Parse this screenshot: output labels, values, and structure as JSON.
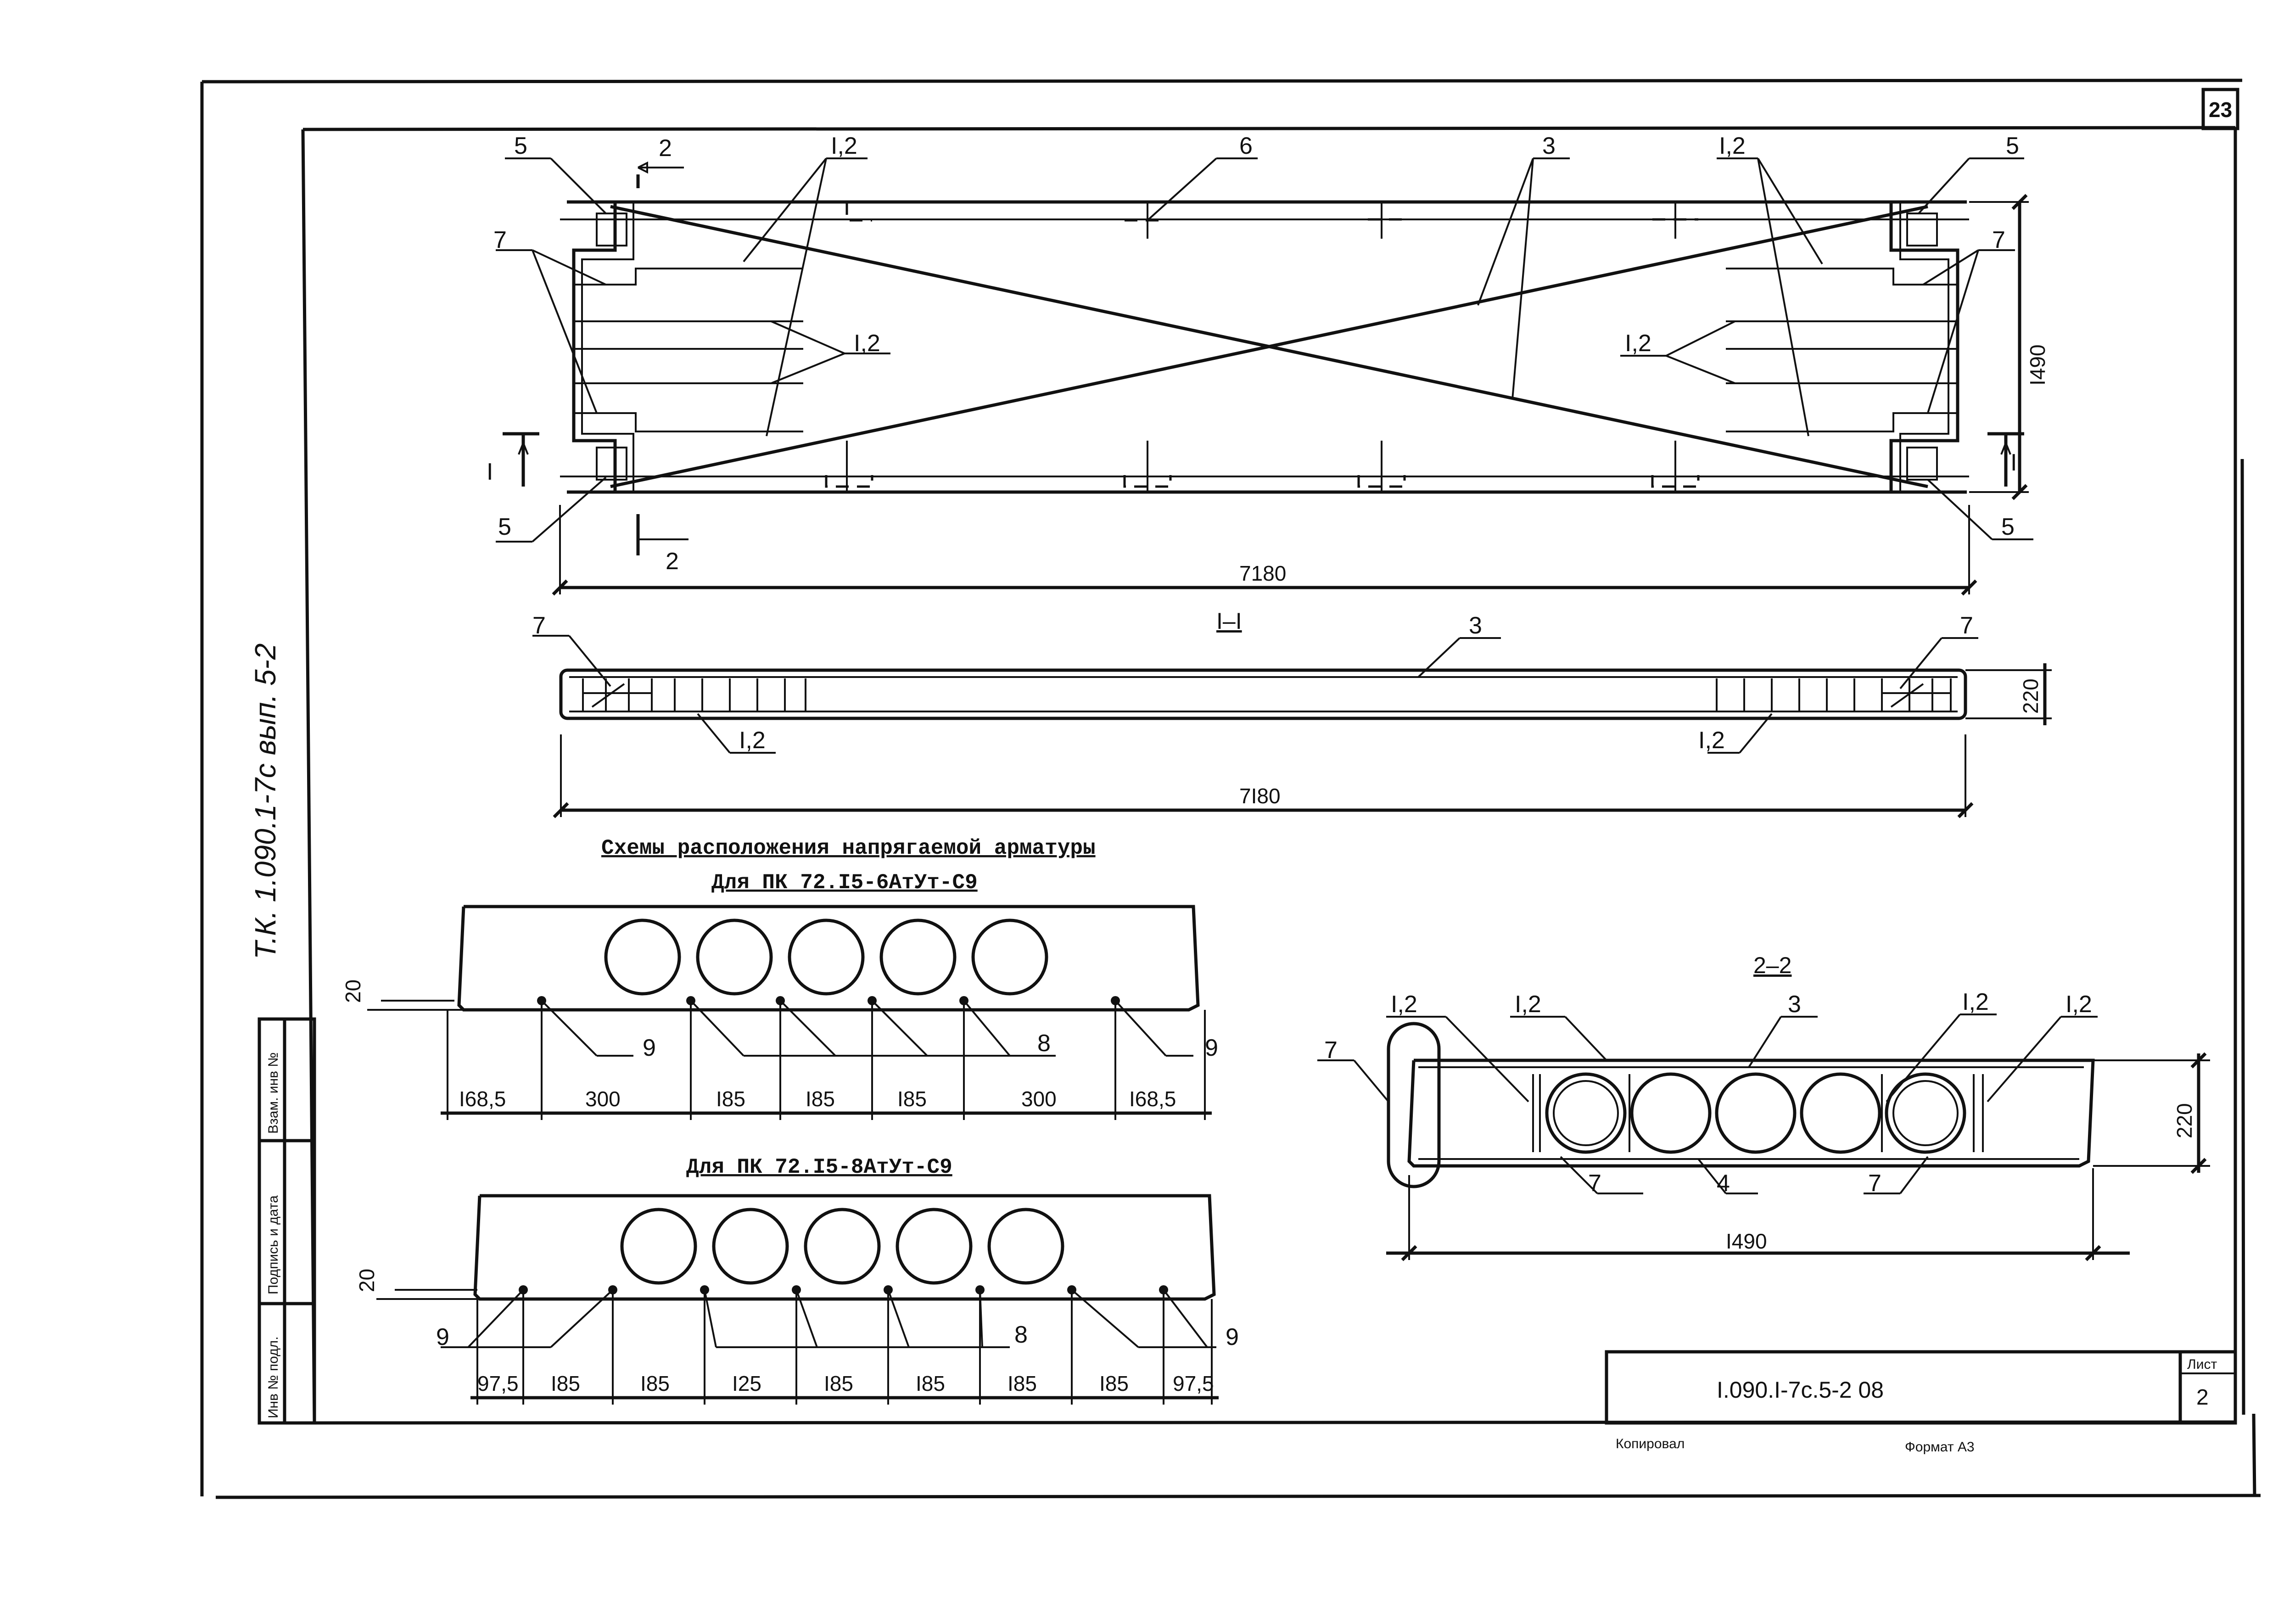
{
  "sheet": {
    "page_number": "23",
    "side_code": "Т.К. 1.090.1-7с вып. 5-2",
    "doc_code": "I.090.I-7с.5-2 08",
    "sheet_label": "Лист",
    "sheet_number": "2",
    "copied_label": "Копировал",
    "format_label": "Формат А3",
    "stamp_cells": [
      "Инв № подл.",
      "Подпись и дата",
      "Взам. инв №"
    ]
  },
  "plan": {
    "length": "7180",
    "width": "I490",
    "labels": {
      "pos5": "5",
      "pos6": "6",
      "pos3": "3",
      "pos12": "I,2",
      "pos7": "7",
      "cut2": "2",
      "cut1": "I"
    }
  },
  "section1": {
    "title": "I–I",
    "length": "7I80",
    "height": "220",
    "labels": {
      "pos7": "7",
      "pos3": "3",
      "pos12": "I,2"
    }
  },
  "schemes": {
    "title": "Схемы расположения напрягаемой арматуры",
    "variant_a": {
      "title": "Для ПК 72.I5-6АтУт-С9",
      "offset": "20",
      "dims": [
        "I68,5",
        "300",
        "I85",
        "I85",
        "I85",
        "300",
        "I68,5"
      ],
      "labels": {
        "end": "9",
        "mid": "8"
      }
    },
    "variant_b": {
      "title": "Для ПК 72.I5-8АтУт-С9",
      "offset": "20",
      "dims": [
        "97,5",
        "I85",
        "I85",
        "I25",
        "I85",
        "I85",
        "I85",
        "I85",
        "97,5"
      ],
      "labels": {
        "end": "9",
        "mid": "8"
      }
    }
  },
  "section2": {
    "title": "2–2",
    "width": "I490",
    "height": "220",
    "labels": {
      "pos7": "7",
      "pos12": "I,2",
      "pos3": "3",
      "pos4": "4"
    }
  }
}
